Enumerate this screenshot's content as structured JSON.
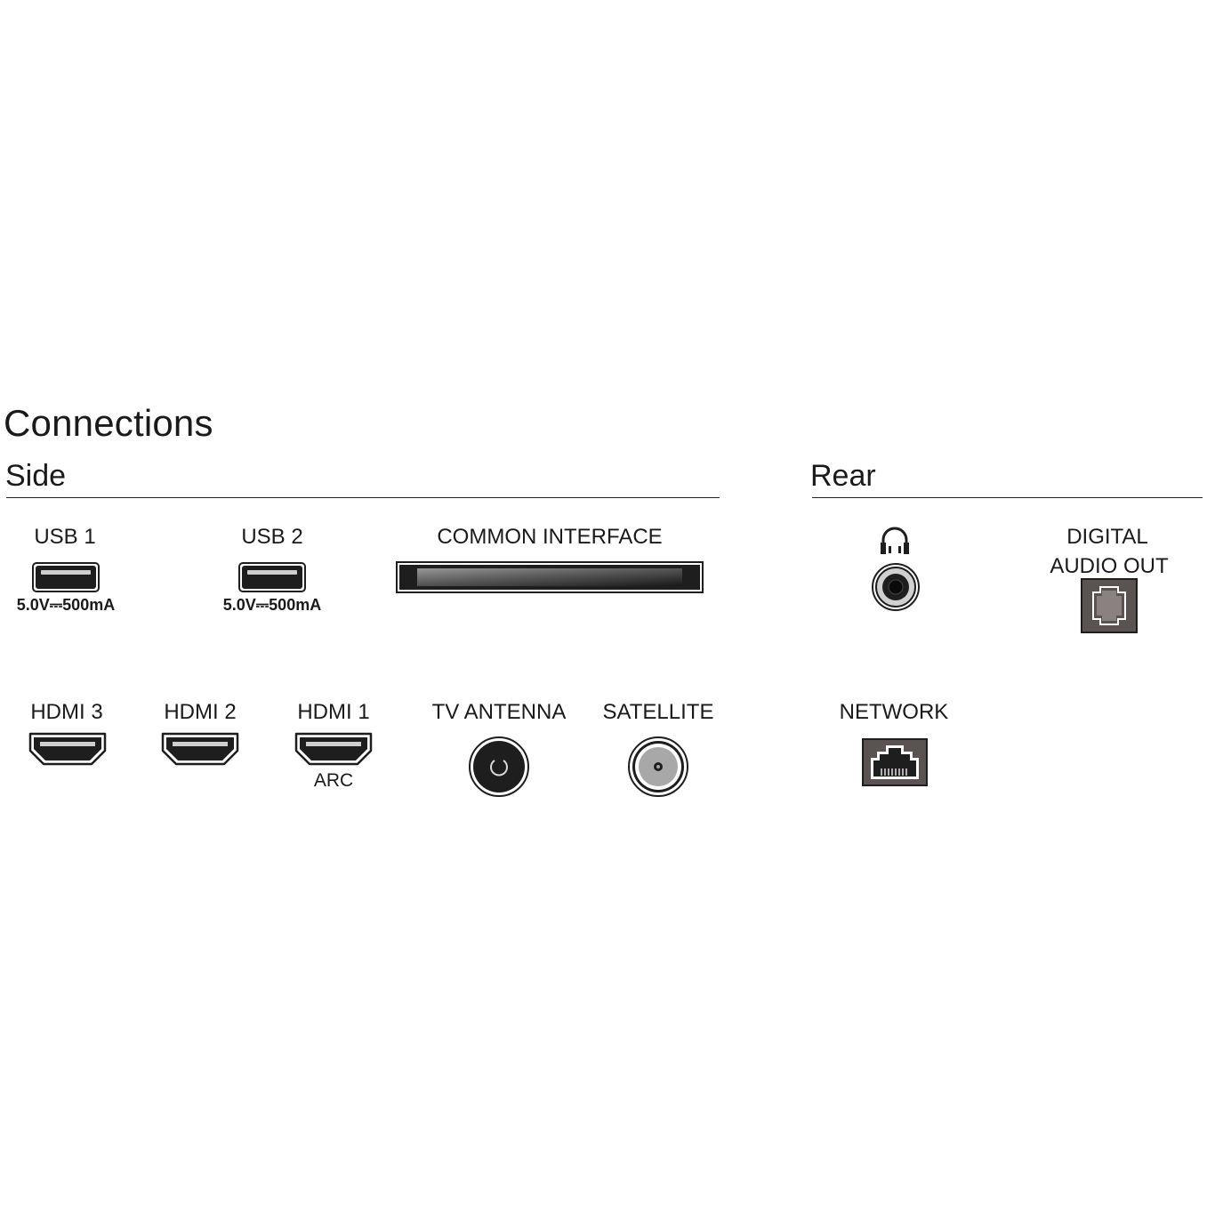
{
  "title": "Connections",
  "sections": {
    "side": "Side",
    "rear": "Rear"
  },
  "ports": {
    "usb1": {
      "label": "USB 1",
      "spec": "5.0V⎓500mA"
    },
    "usb2": {
      "label": "USB 2",
      "spec": "5.0V⎓500mA"
    },
    "common_interface": {
      "label": "COMMON INTERFACE"
    },
    "hdmi3": {
      "label": "HDMI 3"
    },
    "hdmi2": {
      "label": "HDMI 2"
    },
    "hdmi1": {
      "label": "HDMI 1",
      "sub": "ARC"
    },
    "tv_antenna": {
      "label": "TV ANTENNA"
    },
    "satellite": {
      "label": "SATELLITE"
    },
    "headphone": {
      "icon": "headphone-icon"
    },
    "digital_audio_out": {
      "label_line1": "DIGITAL",
      "label_line2": "AUDIO OUT"
    },
    "network": {
      "label": "NETWORK"
    }
  },
  "colors": {
    "text": "#1a1a1a",
    "port_dark": "#1e1e1e",
    "optical_fill": "#5a5352"
  }
}
